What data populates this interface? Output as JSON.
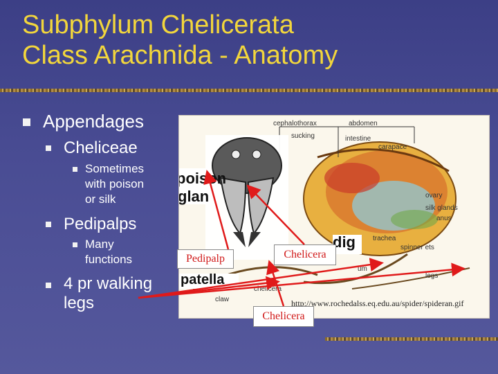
{
  "title": {
    "line1": "Subphylum Chelicerata",
    "line2": "Class Arachnida - Anatomy"
  },
  "bullets": {
    "appendages": "Appendages",
    "cheliceae": "Cheliceae",
    "cheliceae_sub": [
      "Sometimes",
      "with poison",
      "or silk"
    ],
    "pedipalps": "Pedipalps",
    "pedipalps_sub": [
      "Many",
      "functions"
    ],
    "legs": [
      "4 pr walking",
      "legs"
    ]
  },
  "figure": {
    "labels": {
      "cephalothorax": "cephalothorax",
      "abdomen": "abdomen",
      "sucking": "sucking",
      "intestine": "intestine",
      "carapace": "carapace",
      "ovary": "ovary",
      "silk_glands": "silk glands",
      "anus": "anus",
      "trachea": "trachea",
      "spinnerets": "spinner ets",
      "legs": "legs",
      "um": "um",
      "claw": "claw",
      "chelicera_small": "chelicera",
      "poison": "poison",
      "glan": "glan",
      "dig": "dig",
      "patella": "patella"
    },
    "url": "http://www.rochedalss.eq.edu.au/spider/spideran.gif"
  },
  "callouts": {
    "pedipalp": "Pedipalp",
    "chelicera_top": "Chelicera",
    "chelicera_bottom": "Chelicera"
  },
  "colors": {
    "title": "#f2d63c",
    "arrow": "#e01a1a",
    "background": "#4a4d94"
  }
}
